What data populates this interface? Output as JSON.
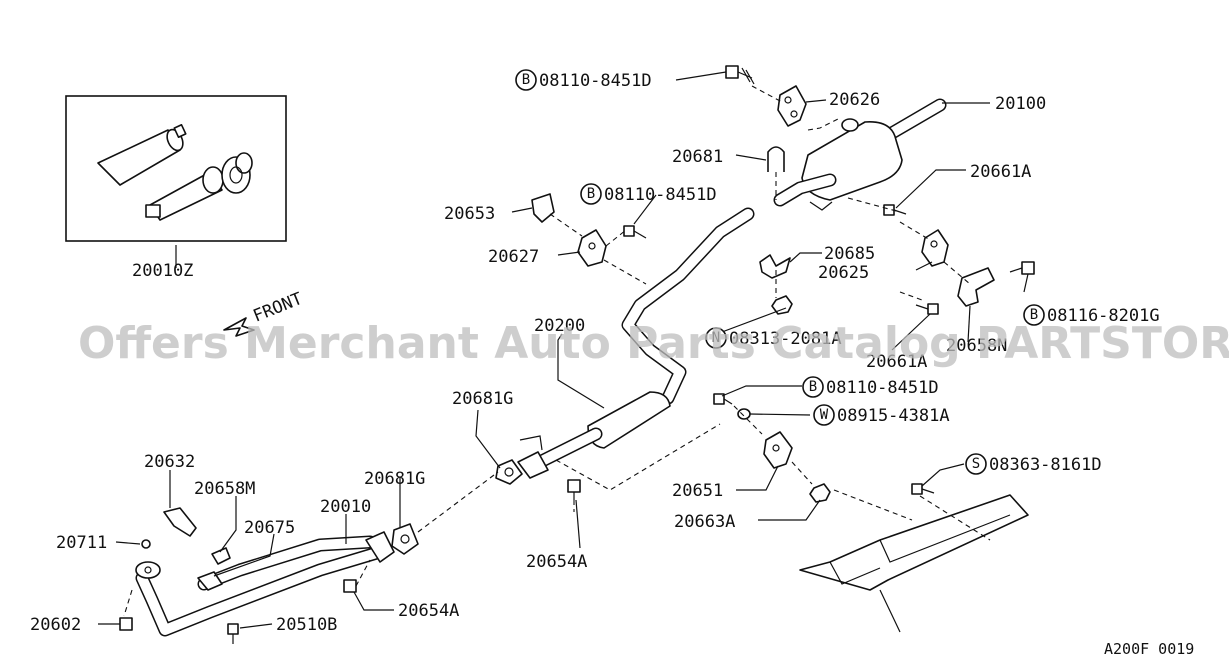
{
  "labels": {
    "p08110_8451D_top": "08110-8451D",
    "p20626": "20626",
    "p20100": "20100",
    "p20681": "20681",
    "p20661A_top": "20661A",
    "p08110_8451D_mid": "08110-8451D",
    "p20653": "20653",
    "p20627": "20627",
    "p20685": "20685",
    "p20625": "20625",
    "p08116_8201G": "08116-8201G",
    "p08313_2081A": "08313-2081A",
    "p20200": "20200",
    "p20661A_bottom": "20661A",
    "p20658N": "20658N",
    "p20010Z": "20010Z",
    "p20681G_upper": "20681G",
    "p08110_8451D_low": "08110-8451D",
    "p08915_4381A": "08915-4381A",
    "p20632": "20632",
    "p20658M": "20658M",
    "p20681G_lower": "20681G",
    "p08363_8161D": "08363-8161D",
    "p20010": "20010",
    "p20675": "20675",
    "p20711": "20711",
    "p20651": "20651",
    "p20663A": "20663A",
    "p20654A_mid": "20654A",
    "p20602": "20602",
    "p20654A_low": "20654A",
    "p20510B": "20510B"
  },
  "prefixes": {
    "bolt": "B",
    "washer": "W",
    "screw": "S",
    "nut": "N"
  },
  "front_label": "FRONT",
  "watermark": "Offers Merchant Auto Parts Catalog PARTSTORE.SA",
  "diagram_code": "A200F 0019"
}
